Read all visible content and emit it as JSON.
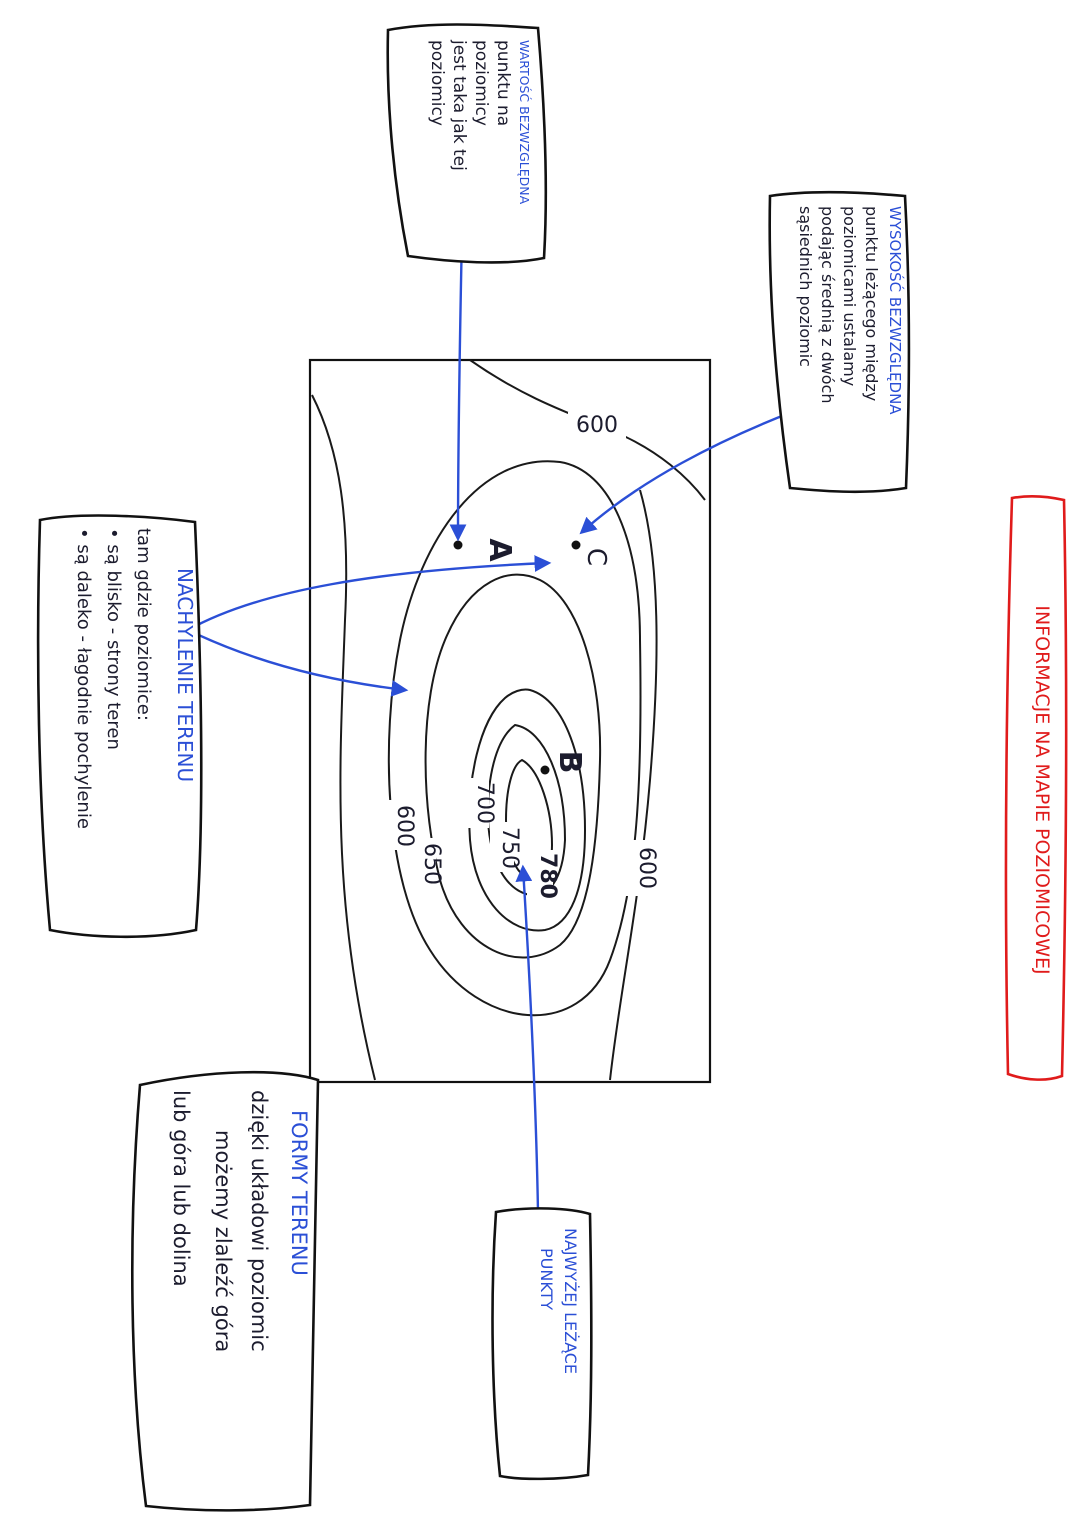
{
  "title": "INFORMACJE NA MAPIE POZIOMICOWEJ",
  "colors": {
    "accent_blue": "#2b4fd6",
    "title_red": "#e01b1b",
    "ink": "#1c1c2e"
  },
  "map": {
    "contour_labels": [
      "600",
      "600",
      "600",
      "650",
      "700",
      "750",
      "780"
    ],
    "points": {
      "a": "A",
      "b": "B",
      "c": "C"
    }
  },
  "notes": {
    "absolute_height": {
      "heading": "WARTOŚĆ BEZWZGLĘDNA",
      "lines": [
        "punktu na",
        "poziomicy",
        "jest taka jak tej",
        "poziomicy"
      ]
    },
    "between_contours": {
      "heading": "WYSOKOŚĆ BEZWZGLĘDNA",
      "lines": [
        "punktu leżącego między",
        "poziomicami ustalamy",
        "podając średnią z dwóch",
        "sąsiednich poziomic"
      ]
    },
    "slope": {
      "heading": "NACHYLENIE TERENU",
      "lines": [
        "tam gdzie poziomice:",
        "• są blisko - strony teren",
        "• są daleko - łagodnie pochylenie"
      ]
    },
    "landforms": {
      "heading": "FORMY TERENU",
      "lines": [
        "dzięki układowi poziomic",
        "możemy zlaleźć góra",
        "lub góra lub dolina"
      ]
    },
    "highest_point": {
      "lines": [
        "NAJWYŻEJ LEŻĄCE",
        "PUNKTY"
      ]
    }
  }
}
